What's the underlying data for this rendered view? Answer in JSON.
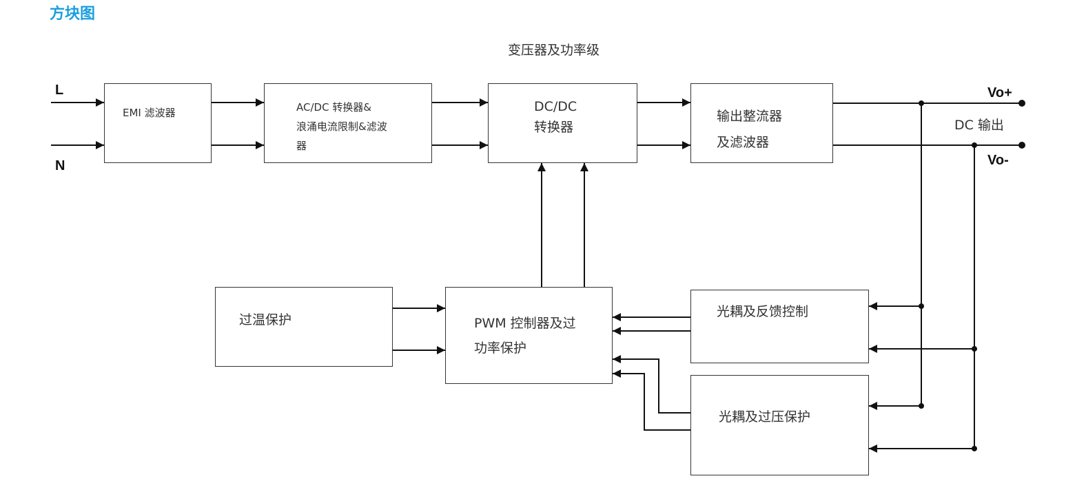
{
  "header": {
    "title": "方块图",
    "caption": "变压器及功率级"
  },
  "inputs": {
    "line": "L",
    "neutral": "N"
  },
  "blocks": {
    "emi": "EMI 滤波器",
    "acdc": [
      "AC/DC 转换器&",
      "浪涌电流限制&滤波",
      "器"
    ],
    "dcdc": [
      "DC/DC",
      "转换器"
    ],
    "rect": [
      "输出整流器",
      "及滤波器"
    ],
    "otp": "过温保护",
    "pwm": [
      "PWM 控制器及过",
      "功率保护"
    ],
    "feedback": "光耦及反馈控制",
    "ovp": "光耦及过压保护"
  },
  "outputs": {
    "vo_plus": "Vo+",
    "vo_minus": "Vo-",
    "dc_out": "DC 输出"
  },
  "colors": {
    "title": "#1a9ee0",
    "line": "#111111"
  }
}
